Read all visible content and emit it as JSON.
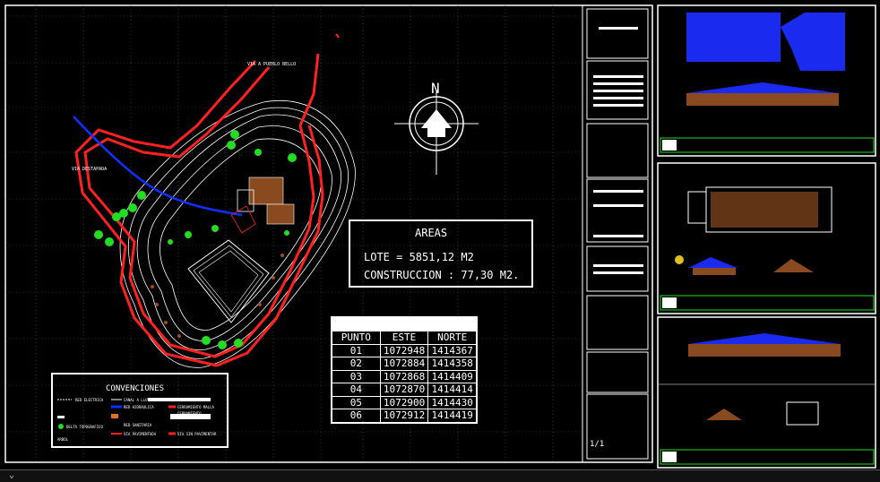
{
  "site_plan": {
    "road_labels": [
      "VIA A PUEBLO BELLO",
      "VIA DESTAPADA"
    ],
    "colors": {
      "boundary": "#ff2020",
      "water": "#1030ff",
      "trees": "#22dd22",
      "contours": "#ffffff",
      "grid": "#5a5a5a"
    }
  },
  "areas_box": {
    "title": "AREAS",
    "lote": "LOTE = 5851,12 M2",
    "construccion": "CONSTRUCCION : 77,30 M2."
  },
  "coordinates_table": {
    "columns": [
      "PUNTO",
      "ESTE",
      "NORTE"
    ],
    "rows": [
      [
        "01",
        "1072948",
        "1414367"
      ],
      [
        "02",
        "1072884",
        "1414358"
      ],
      [
        "03",
        "1072868",
        "1414409"
      ],
      [
        "04",
        "1072870",
        "1414414"
      ],
      [
        "05",
        "1072900",
        "1414430"
      ],
      [
        "06",
        "1072912",
        "1414419"
      ]
    ]
  },
  "legend": {
    "title": "CONVENCIONES",
    "items": [
      "RED ELECTRICA",
      "CANAL A LLUVIAS",
      "RED HIDRAULICA",
      "CERRAMIENTO MALLA",
      "CERRAMIENTO",
      "RED SANITARIA",
      "DELTA TOPOGRAFICO",
      "VIA PAVIMENTADA",
      "VIA SIN PAVIMENTAR",
      "ARBOL"
    ]
  },
  "title_block": {
    "sheet": "1/1"
  },
  "north_arrow": {
    "letter": "N",
    "icon": "north-arrow-icon"
  }
}
